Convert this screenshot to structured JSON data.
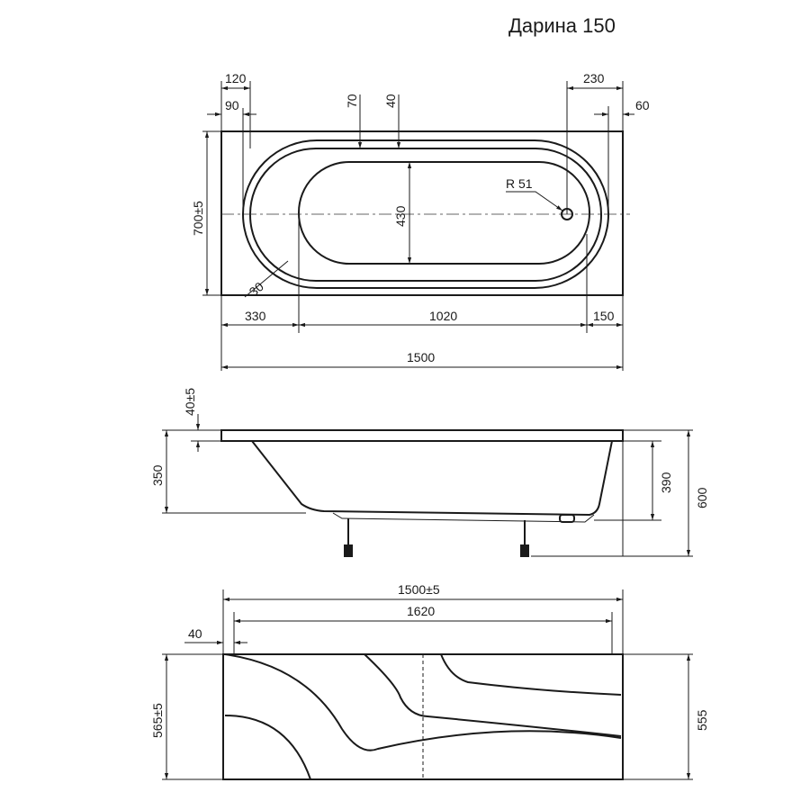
{
  "title": "Дарина 150",
  "top_view": {
    "dim_120": "120",
    "dim_90": "90",
    "dim_70": "70",
    "dim_40": "40",
    "dim_230": "230",
    "dim_60": "60",
    "dim_r51": "R 51",
    "dim_700": "700±5",
    "dim_430": "430",
    "dim_30": "30",
    "dim_330": "330",
    "dim_1020": "1020",
    "dim_150": "150",
    "dim_1500": "1500"
  },
  "side_view": {
    "dim_40": "40±5",
    "dim_350": "350",
    "dim_390": "390",
    "dim_600": "600"
  },
  "panel_view": {
    "dim_1500": "1500±5",
    "dim_1620": "1620",
    "dim_40": "40",
    "dim_565": "565±5",
    "dim_555": "555"
  }
}
